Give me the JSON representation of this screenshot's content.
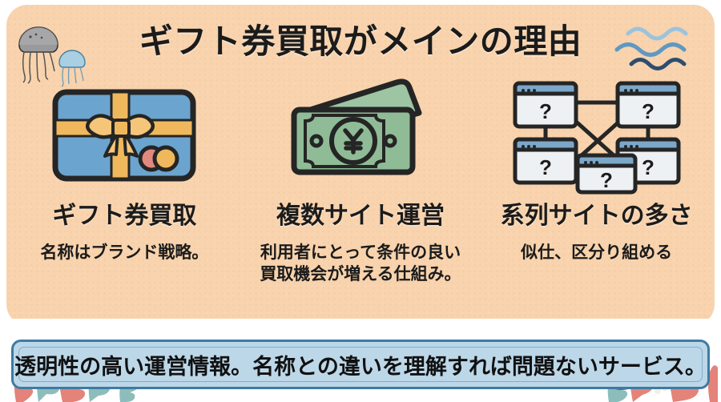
{
  "title": "ギフト券買取がメインの理由",
  "columns": [
    {
      "icon": "gift-card-icon",
      "heading": "ギフト券買取",
      "body": "名称はブランド戦略。"
    },
    {
      "icon": "banknotes-yen-icon",
      "heading": "複数サイト運営",
      "body": "利用者にとって条件の良い\n買取機会が増える仕組み。"
    },
    {
      "icon": "linked-websites-icon",
      "heading": "系列サイトの多さ",
      "body": "似仕、区分り組める"
    }
  ],
  "banner": {
    "text": "透明性の高い運営情報。名称との違いを理解すれば問題ないサービス。"
  },
  "decorations": {
    "jellyfish_large": "jellyfish-icon",
    "jellyfish_small": "jellyfish-icon",
    "waves": "waves-icon",
    "fish_large": "fish-icon",
    "fish_small": "fish-icon",
    "coral_left": "coral-icon",
    "coral_right": "coral-icon",
    "seaweed": "seaweed-icon"
  },
  "colors": {
    "background_card": "#f8d3ad",
    "page_background": "#ffffff",
    "text_dark": "#1b1b1b",
    "card_blue": "#6ba4ce",
    "ribbon_orange": "#f0b85c",
    "money_green": "#8fbc96",
    "window_header_blue": "#7ba7c9",
    "banner_fill": "#bcd7e8",
    "banner_border": "#3f7ba3",
    "coral_pink": "#e3837a",
    "seaweed_teal": "#8cbdbb",
    "fish_blue": "#2f6b96",
    "jellyfish_gray": "#9a9a9c",
    "jellyfish_blue": "#a9cfe3"
  }
}
